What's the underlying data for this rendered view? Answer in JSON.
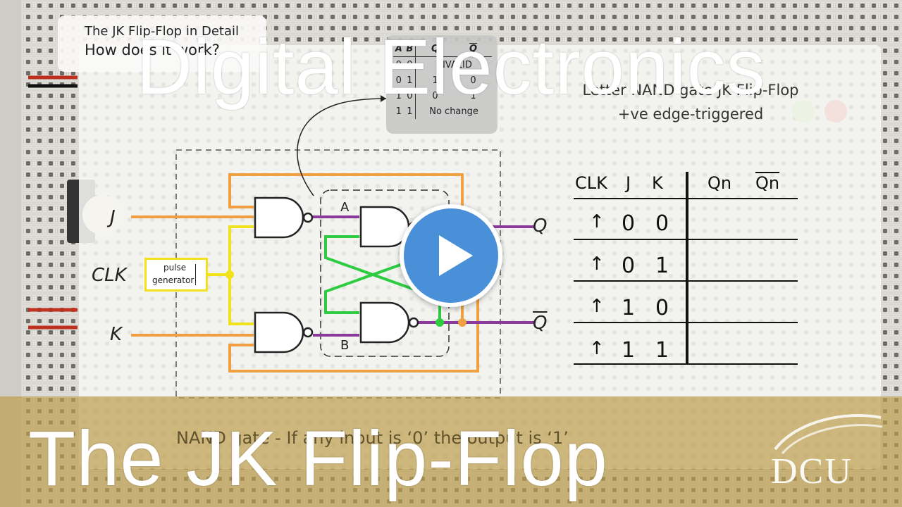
{
  "video": {
    "title_top": "Digital Electronics",
    "title_bottom": "The JK Flip-Flop",
    "play_icon": "play-icon",
    "logo_text": "DCU"
  },
  "caption_card": {
    "line1": "The JK Flip-Flop in Detail",
    "line2": "How does it work?"
  },
  "truth_card": {
    "headers": [
      "A",
      "B",
      "Q",
      "Q"
    ],
    "rows": [
      [
        "0",
        "0",
        "INVALID",
        ""
      ],
      [
        "0",
        "1",
        "1",
        "0"
      ],
      [
        "1",
        "0",
        "0",
        "1"
      ],
      [
        "1",
        "1",
        "No change",
        ""
      ]
    ]
  },
  "slide": {
    "heading_title": "Letter NAND gate JK Flip-Flop",
    "heading_sub": "+ve edge-triggered",
    "nand_note": "NAND gate - If any input is ‘0’ the output is ‘1’"
  },
  "circuit": {
    "input_j": "J",
    "input_clk": "CLK",
    "input_k": "K",
    "node_a": "A",
    "node_b": "B",
    "output_q": "Q",
    "output_qbar": "Q",
    "pulse_line1": "pulse",
    "pulse_line2": "generator"
  },
  "jk_table": {
    "headers": [
      "CLK",
      "J",
      "K",
      "Qn",
      "Qn"
    ],
    "rows": [
      {
        "clk": "↑",
        "j": "0",
        "k": "0"
      },
      {
        "clk": "↑",
        "j": "0",
        "k": "1"
      },
      {
        "clk": "↑",
        "j": "1",
        "k": "0"
      },
      {
        "clk": "↑",
        "j": "1",
        "k": "1"
      }
    ]
  },
  "colors": {
    "wire_orange": "#f0a040",
    "wire_purple": "#8a3a9a",
    "wire_green": "#2ecc40",
    "wire_yellow": "#f2e21c",
    "play_blue": "#4a90d9",
    "gold_band": "#bea050"
  }
}
